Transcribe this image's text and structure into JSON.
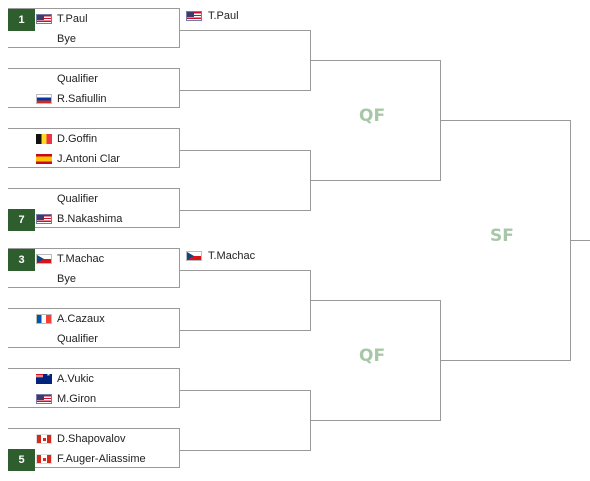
{
  "rounds": {
    "quarterfinal": "QF",
    "semifinal": "SF"
  },
  "matches": [
    {
      "top": {
        "seed": "1",
        "flag": "usa-flag",
        "name": "T.Paul"
      },
      "bottom": {
        "seed": "",
        "flag": "",
        "name": "Bye"
      }
    },
    {
      "top": {
        "seed": "",
        "flag": "",
        "name": "Qualifier"
      },
      "bottom": {
        "seed": "",
        "flag": "russia-flag",
        "name": "R.Safiullin"
      }
    },
    {
      "top": {
        "seed": "",
        "flag": "belgium-flag",
        "name": "D.Goffin"
      },
      "bottom": {
        "seed": "",
        "flag": "spain-flag",
        "name": "J.Antoni Clar"
      }
    },
    {
      "top": {
        "seed": "",
        "flag": "",
        "name": "Qualifier"
      },
      "bottom": {
        "seed": "7",
        "flag": "usa-flag",
        "name": "B.Nakashima"
      }
    },
    {
      "top": {
        "seed": "3",
        "flag": "czech-flag",
        "name": "T.Machac"
      },
      "bottom": {
        "seed": "",
        "flag": "",
        "name": "Bye"
      }
    },
    {
      "top": {
        "seed": "",
        "flag": "france-flag",
        "name": "A.Cazaux"
      },
      "bottom": {
        "seed": "",
        "flag": "",
        "name": "Qualifier"
      }
    },
    {
      "top": {
        "seed": "",
        "flag": "australia-flag",
        "name": "A.Vukic"
      },
      "bottom": {
        "seed": "",
        "flag": "usa-flag",
        "name": "M.Giron"
      }
    },
    {
      "top": {
        "seed": "",
        "flag": "canada-flag",
        "name": "D.Shapovalov"
      },
      "bottom": {
        "seed": "5",
        "flag": "canada-flag",
        "name": "F.Auger-Aliassime"
      }
    }
  ],
  "advanced": [
    {
      "flag": "usa-flag",
      "name": "T.Paul"
    },
    {
      "flag": "czech-flag",
      "name": "T.Machac"
    }
  ]
}
